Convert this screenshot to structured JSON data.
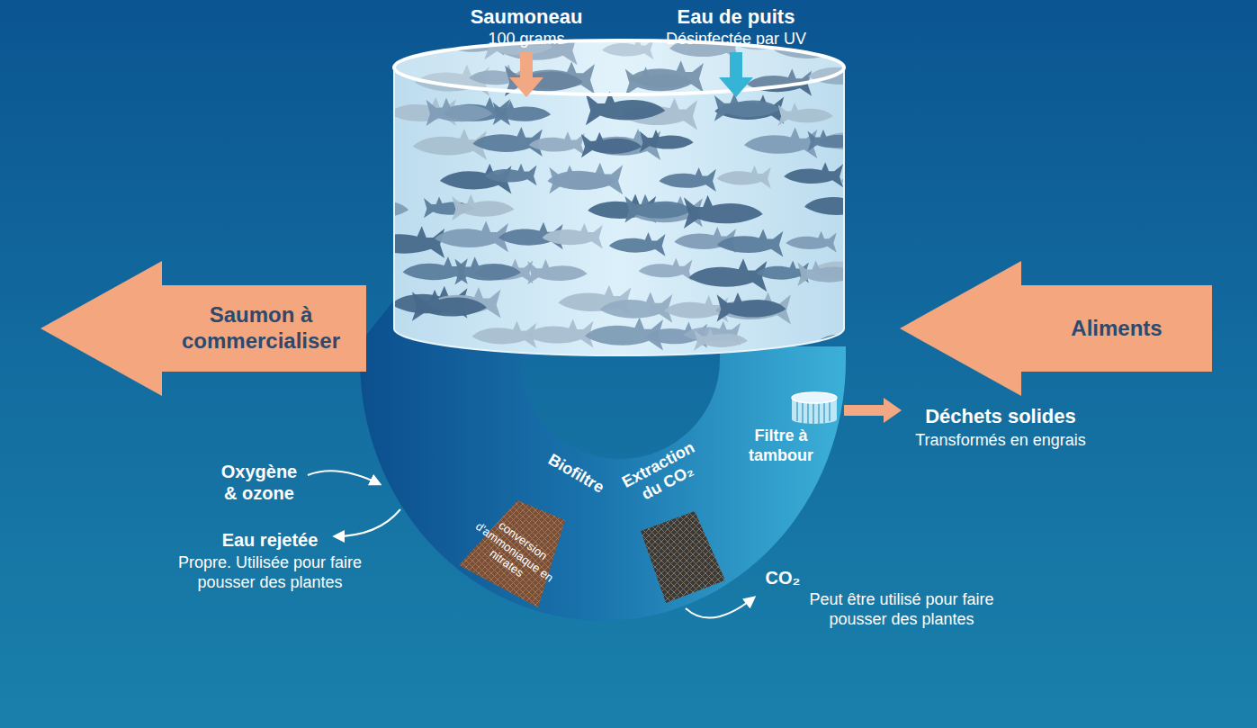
{
  "diagram": {
    "nodes": [
      {
        "text": [
          "Saumon à commercialiser"
        ]
      },
      {
        "text": [
          "Aliments"
        ]
      }
    ],
    "labels": [
      "Saumoneau",
      "100 grams",
      "Eau de puits",
      "Désinfectée par UV",
      "Déchets solides",
      "Transformés en engrais",
      "Filtre à tambour",
      "Extraction du CO₂",
      "Biofiltre",
      "conversion d'ammoniaque en nitrates",
      "Oxygène & ozone",
      "CO₂",
      "Peut être utilisé pour faire pousser des plantes",
      "Eau rejetée",
      "Propre. Utilisée pour faire pousser des plantes"
    ]
  }
}
